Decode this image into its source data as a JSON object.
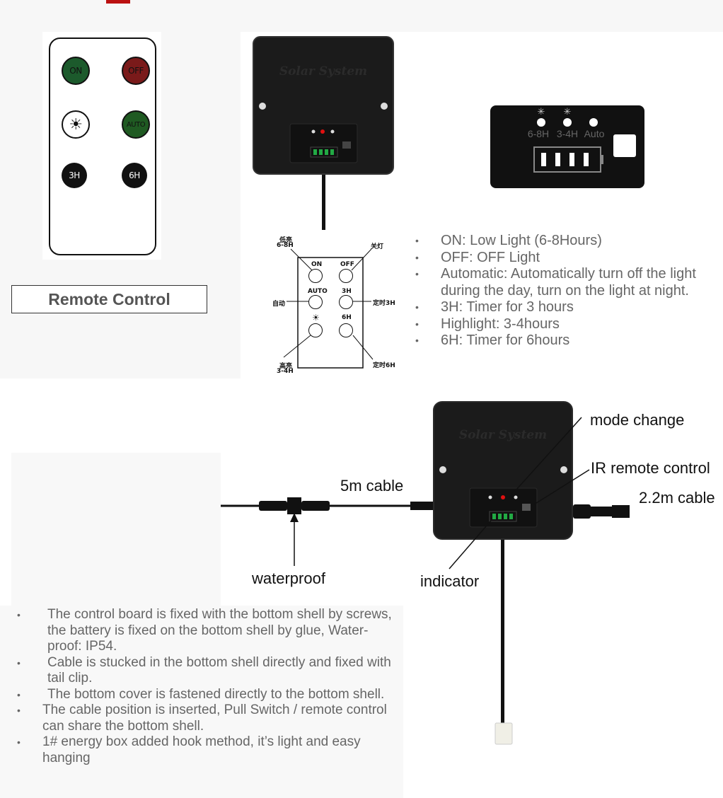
{
  "remote": {
    "buttons": {
      "on": "ON",
      "off": "OFF",
      "auto": "AUTO",
      "three_h": "3H",
      "six_h": "6H",
      "sun": "☀"
    },
    "caption": "Remote Control"
  },
  "device_brand": "Solar System",
  "panel_zoom": {
    "mode_labels": [
      "6-8H",
      "3-4H",
      "Auto"
    ]
  },
  "schematic": {
    "low_light_cn": "低亮",
    "low_light_range": "6-8H",
    "off_cn": "关灯",
    "auto_cn": "自动",
    "timer3_cn": "定时3H",
    "high_light_cn": "高亮",
    "high_light_range": "3-4H",
    "timer6_cn": "定时6H",
    "btn_on": "ON",
    "btn_off": "OFF",
    "btn_auto": "AUTO",
    "btn_3h": "3H",
    "btn_6h": "6H",
    "btn_sun": "☀"
  },
  "top_bullets": [
    "ON: Low Light (6-8Hours)",
    "OFF: OFF Light",
    "Automatic: Automatically turn off the light during the day, turn on the light at night.",
    "3H: Timer for 3 hours",
    "Highlight: 3-4hours",
    "6H: Timer for 6hours"
  ],
  "callouts": {
    "mode_change": "mode change",
    "ir_remote": "IR remote control",
    "cable_5m": "5m cable",
    "cable_22m": "2.2m cable",
    "waterproof": "waterproof",
    "indicator": "indicator"
  },
  "bottom_bullets": [
    "The control board is fixed with the bottom shell by screws, the battery is fixed on the bottom shell by glue, Water-proof: IP54.",
    "Cable is stucked in the bottom shell directly and fixed with tail clip.",
    "The bottom cover is fastened directly to the bottom shell.",
    "The cable position is inserted, Pull Switch / remote control can share the bottom shell.",
    "1# energy box added hook method, it’s light and easy hanging"
  ],
  "colors": {
    "on_green": "#1c5a2c",
    "off_red": "#7a1a1a",
    "auto_green": "#1f5a22",
    "device_black": "#1b1b1b",
    "red_led": "#e01010",
    "green_led": "#22aa44"
  }
}
